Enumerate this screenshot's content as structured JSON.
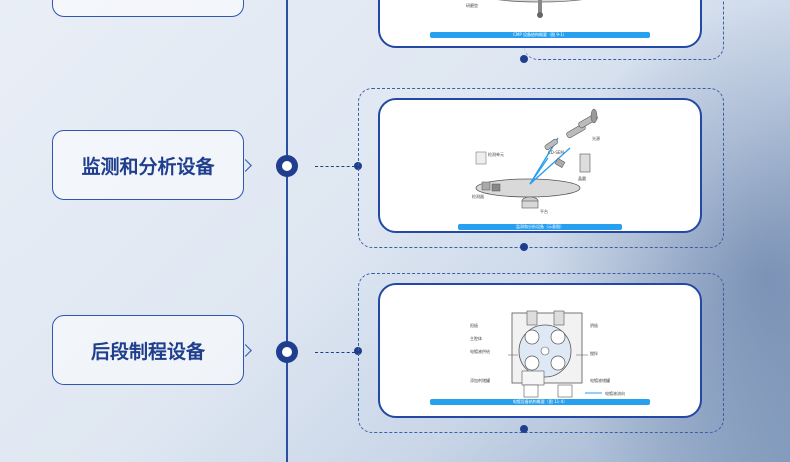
{
  "rows": [
    {
      "label": ""
    },
    {
      "label": "监测和分析设备"
    },
    {
      "label": "后段制程设备"
    }
  ],
  "diagrams": {
    "cmp": {
      "caption": "CMP 设备结构概要（图 9-1）",
      "labels": [
        "研磨垫"
      ]
    },
    "monitor": {
      "caption": "监测和分析设备（示意图）",
      "labels": [
        "检测单元",
        "光源",
        "CD-SEM",
        "晶圆",
        "平台",
        "检测器"
      ]
    },
    "backend": {
      "caption": "电镀设备结构概要（图 11-4）",
      "labels": [
        "阳极",
        "主腔体",
        "电镀液供给",
        "阴极",
        "添加剂储罐",
        "电镀液储罐",
        "电镀液流向",
        "搅拌"
      ]
    }
  },
  "colors": {
    "primary": "#1f3e8e",
    "accent": "#27a0f0",
    "card_border": "#2349a5"
  }
}
